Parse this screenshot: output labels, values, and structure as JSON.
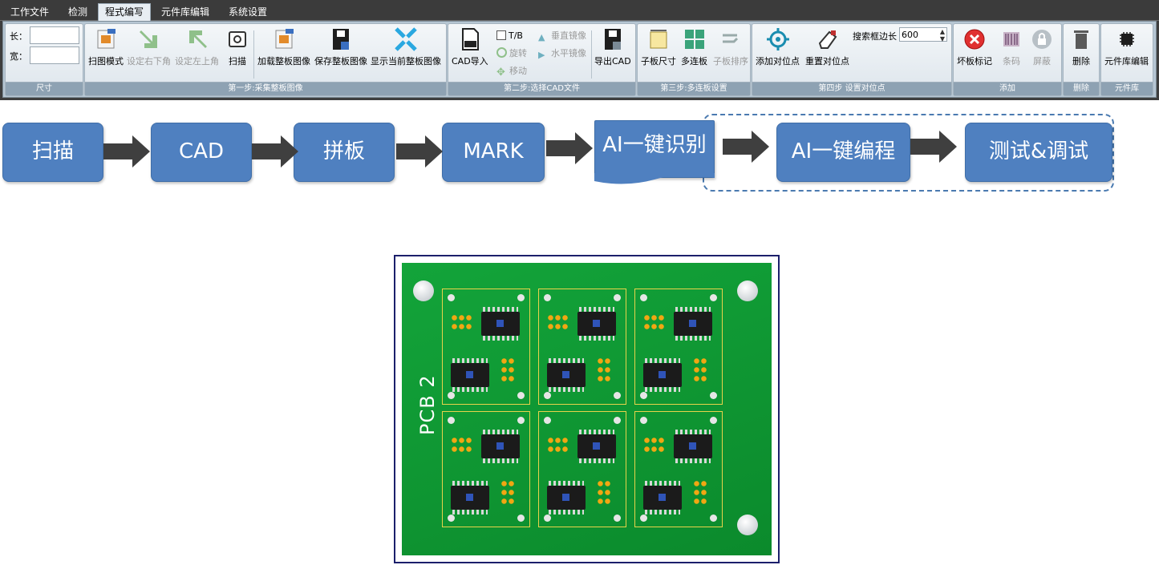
{
  "menu": {
    "tabs": [
      {
        "label": "工作文件"
      },
      {
        "label": "检测"
      },
      {
        "label": "程式编写",
        "active": true
      },
      {
        "label": "元件库编辑"
      },
      {
        "label": "系统设置"
      }
    ]
  },
  "ribbon": {
    "size_group": {
      "label": "尺寸",
      "length_label": "长：",
      "width_label": "宽：",
      "length_value": "",
      "width_value": ""
    },
    "step1": {
      "label": "第一步:采集整板图像",
      "buttons": [
        "扫图模式",
        "设定右下角",
        "设定左上角",
        "扫描",
        "加载整板图像",
        "保存整板图像",
        "显示当前整板图像"
      ]
    },
    "step2": {
      "label": "第二步:选择CAD文件",
      "cad_import": "CAD导入",
      "tb": "T/B",
      "rotate": "旋转",
      "move": "移动",
      "v_mirror": "垂直镜像",
      "h_mirror": "水平镜像",
      "export_cad": "导出CAD"
    },
    "step3": {
      "label": "第三步:多连板设置",
      "buttons": [
        "子板尺寸",
        "多连板",
        "子板排序"
      ]
    },
    "step4": {
      "label": "第四步 设置对位点",
      "buttons": [
        "添加对位点",
        "重置对位点"
      ],
      "search_label": "搜索框边长",
      "search_value": "600"
    },
    "add_group": {
      "label": "添加",
      "buttons": [
        "坏板标记",
        "条码",
        "屏蔽"
      ]
    },
    "delete_group": {
      "label": "删除",
      "button": "删除"
    },
    "lib_group": {
      "label": "元件库",
      "button": "元件库编辑"
    }
  },
  "flow": {
    "steps": [
      "扫描",
      "CAD",
      "拼板",
      "MARK",
      "AI一键识别",
      "AI一键编程",
      "测试&调试"
    ]
  },
  "pcb": {
    "label": "PCB 2"
  },
  "colors": {
    "flow_box": "#4f80c0",
    "arrow": "#3f3f3f",
    "board": "#13a43a",
    "pad": "#f1a712"
  }
}
